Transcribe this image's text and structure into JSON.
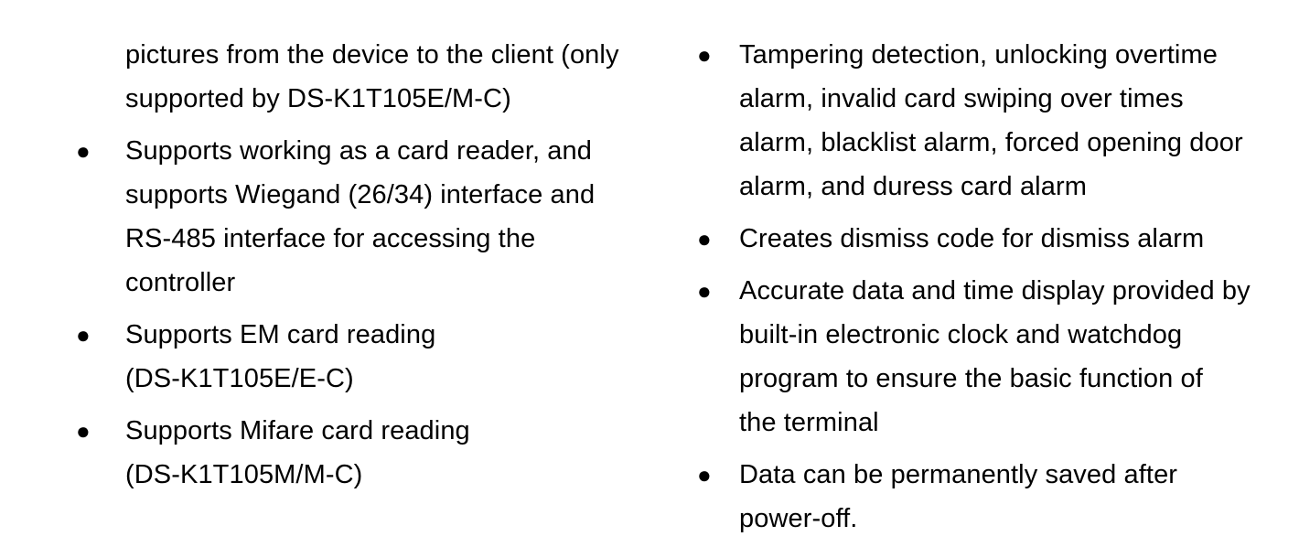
{
  "page": {
    "background_color": "#ffffff",
    "text_color": "#000000",
    "bullet_glyph": "●"
  },
  "columns": {
    "left": {
      "continuation": {
        "lines": [
          "pictures from the device to the client (only",
          "supported by DS-K1T105E/M-C)"
        ]
      },
      "items": [
        {
          "lines": [
            "Supports working as a card reader, and",
            "supports Wiegand (26/34) interface and",
            "RS-485 interface for accessing the",
            "controller"
          ]
        },
        {
          "lines": [
            "Supports EM card reading",
            "(DS-K1T105E/E-C)"
          ]
        },
        {
          "lines": [
            "Supports Mifare card reading",
            "(DS-K1T105M/M-C)"
          ]
        }
      ]
    },
    "right": {
      "items": [
        {
          "lines": [
            "Tampering detection, unlocking overtime",
            "alarm, invalid card swiping over times",
            "alarm, blacklist alarm, forced opening door",
            "alarm, and duress card alarm"
          ]
        },
        {
          "lines": [
            "Creates dismiss code for dismiss alarm"
          ]
        },
        {
          "lines": [
            "Accurate data and time display provided by",
            "built-in electronic clock and watchdog",
            "program to ensure the basic function of",
            "the terminal"
          ]
        },
        {
          "lines": [
            "Data can be permanently saved after",
            "power-off."
          ]
        }
      ]
    }
  }
}
